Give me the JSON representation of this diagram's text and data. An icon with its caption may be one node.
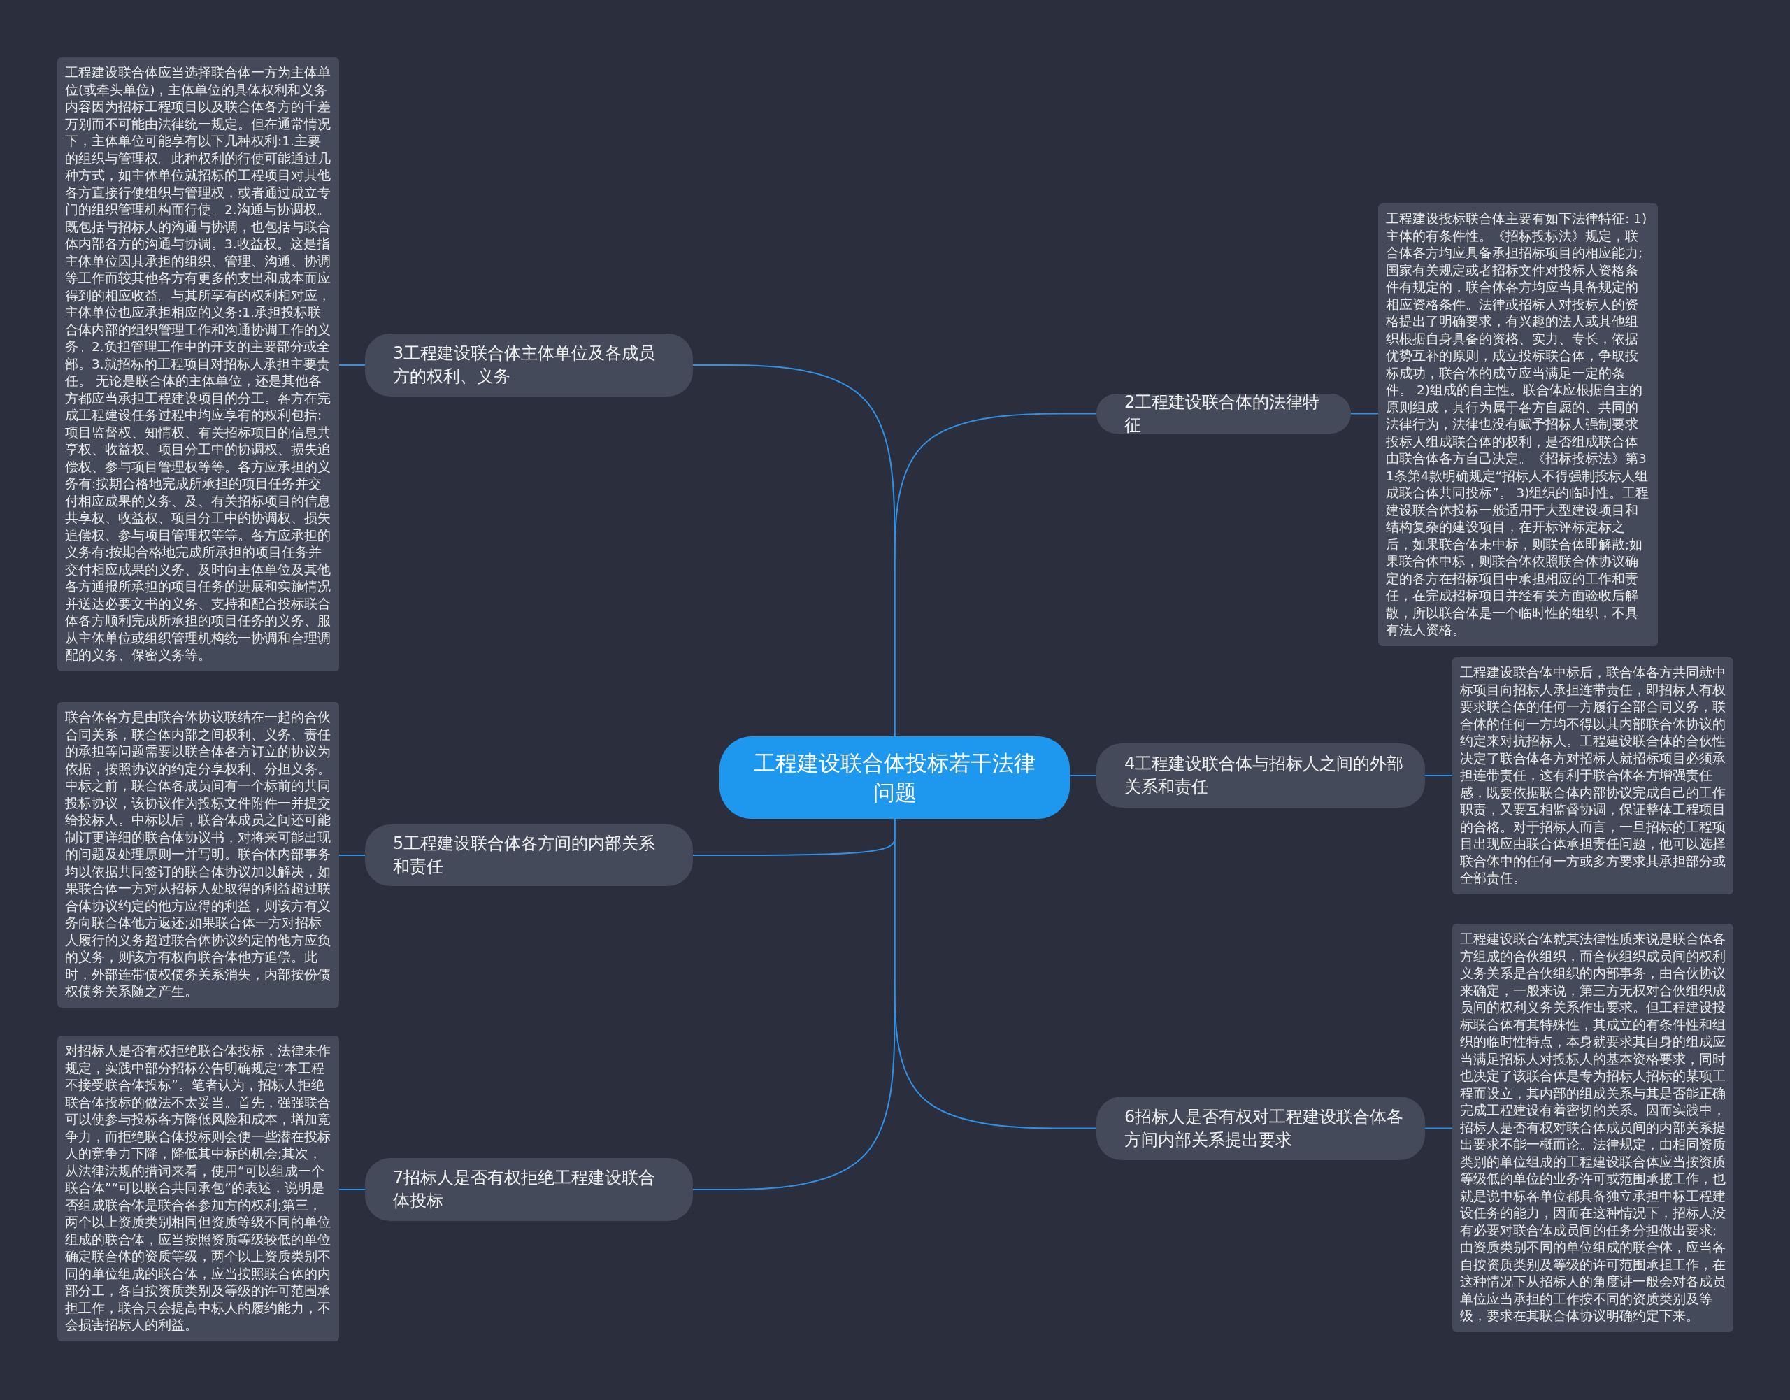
{
  "diagram": {
    "nodes": [
      {
        "text": [
          "工程建设联合体投标若干法律问题"
        ]
      },
      {
        "text": [
          "3工程建设联合体主体单位及各成员方的权利、义务"
        ]
      },
      {
        "text": [
          "工程建设联合体应当选择联合体一方为主体单位(或牵头单位)，主体单位的具体权利和义务内容因为招标工程项目以及联合体各方的千差万别而不可能由法律统一规定。但在通常情况下，主体单位可能享有以下几种权利:1.主要的组织与管理权。此种权利的行使可能通过几种方式，如主体单位就招标的工程项目对其他各方直接行使组织与管理权，或者通过成立专门的组织管理机构而行使。2.沟通与协调权。既包括与招标人的沟通与协调，也包括与联合体内部各方的沟通与协调。3.收益权。这是指主体单位因其承担的组织、管理、沟通、协调等工作而较其他各方有更多的支出和成本而应得到的相应收益。与其所享有的权利相对应，主体单位也应承担相应的义务:1.承担投标联合体内部的组织管理工作和沟通协调工作的义务。2.负担管理工作中的开支的主要部分或全部。3.就招标的工程项目对招标人承担主要责任。 无论是联合体的主体单位，还是其他各方都应当承担工程建设项目的分工。各方在完成工程建设任务过程中均应享有的权利包括:项目监督权、知情权、有关招标项目的信息共享权、收益权、项目分工中的协调权、损失追偿权、参与项目管理权等等。各方应承担的义务有:按期合格地完成所承担的项目任务并交付相应成果的义务、及、有关招标项目的信息共享权、收益权、项目分工中的协调权、损失追偿权、参与项目管理权等等。各方应承担的义务有:按期合格地完成所承担的项目任务并交付相应成果的义务、及时向主体单位及其他各方通报所承担的项目任务的进展和实施情况并送达必要文书的义务、支持和配合投标联合体各方顺利完成所承担的项目任务的义务、服从主体单位或组织管理机构统一协调和合理调配的义务、保密义务等。"
        ]
      },
      {
        "text": [
          "2工程建设联合体的法律特征"
        ]
      },
      {
        "text": [
          "工程建设投标联合体主要有如下法律特征: 1)主体的有条件性。《招标投标法》规定，联合体各方均应具备承担招标项目的相应能力;国家有关规定或者招标文件对投标人资格条件有规定的，联合体各方均应当具备规定的相应资格条件。法律或招标人对投标人的资格提出了明确要求，有兴趣的法人或其他组织根据自身具备的资格、实力、专长，依据优势互补的原则，成立投标联合体，争取投标成功，联合体的成立应当满足一定的条件。 2)组成的自主性。联合体应根据自主的原则组成，其行为属于各方自愿的、共同的法律行为，法律也没有赋予招标人强制要求投标人组成联合体的权利，是否组成联合体由联合体各方自己决定。《招标投标法》第31条第4款明确规定“招标人不得强制投标人组成联合体共同投标”。 3)组织的临时性。工程建设联合体投标一般适用于大型建设项目和结构复杂的建设项目，在开标评标定标之后，如果联合体未中标，则联合体即解散;如果联合体中标，则联合体依照联合体协议确定的各方在招标项目中承担相应的工作和责任，在完成招标项目并经有关方面验收后解散，所以联合体是一个临时性的组织，不具有法人资格。"
        ]
      },
      {
        "text": [
          "4工程建设联合体与招标人之间的外部关系和责任"
        ]
      },
      {
        "text": [
          "工程建设联合体中标后，联合体各方共同就中标项目向招标人承担连带责任，即招标人有权要求联合体的任何一方履行全部合同义务，联合体的任何一方均不得以其内部联合体协议的约定来对抗招标人。工程建设联合体的合伙性决定了联合体各方对招标人就招标项目必须承担连带责任，这有利于联合体各方增强责任感，既要依据联合体内部协议完成自己的工作职责，又要互相监督协调，保证整体工程项目的合格。对于招标人而言，一旦招标的工程项目出现应由联合体承担责任问题，他可以选择联合体中的任何一方或多方要求其承担部分或全部责任。"
        ]
      },
      {
        "text": [
          "5工程建设联合体各方间的内部关系和责任"
        ]
      },
      {
        "text": [
          "联合体各方是由联合体协议联结在一起的合伙合同关系，联合体内部之间权利、义务、责任的承担等问题需要以联合体各方订立的协议为依据，按照协议的约定分享权利、分担义务。中标之前，联合体各成员间有一个标前的共同投标协议，该协议作为投标文件附件一并提交给投标人。中标以后，联合体成员之间还可能制订更详细的联合体协议书，对将来可能出现的问题及处理原则一并写明。联合体内部事务均以依据共同签订的联合体协议加以解决，如果联合体一方对从招标人处取得的利益超过联合体协议约定的他方应得的利益，则该方有义务向联合体他方返还;如果联合体一方对招标人履行的义务超过联合体协议约定的他方应负的义务，则该方有权向联合体他方追偿。此时，外部连带债权债务关系消失，内部按份债权债务关系随之产生。"
        ]
      },
      {
        "text": [
          "6招标人是否有权对工程建设联合体各方间内部关系提出要求"
        ]
      },
      {
        "text": [
          "工程建设联合体就其法律性质来说是联合体各方组成的合伙组织，而合伙组织成员间的权利义务关系是合伙组织的内部事务，由合伙协议来确定，一般来说，第三方无权对合伙组织成员间的权利义务关系作出要求。但工程建设投标联合体有其特殊性，其成立的有条件性和组织的临时性特点，本身就要求其自身的组成应当满足招标人对投标人的基本资格要求，同时也决定了该联合体是专为招标人招标的某项工程而设立，其内部的组成关系与其是否能正确完成工程建设有着密切的关系。因而实践中，招标人是否有权对联合体成员间的内部关系提出要求不能一概而论。法律规定，由相同资质类别的单位组成的工程建设联合体应当按资质等级低的单位的业务许可或范围承揽工作，也就是说中标各单位都具备独立承担中标工程建设任务的能力，因而在这种情况下，招标人没有必要对联合体成员间的任务分担做出要求;由资质类别不同的单位组成的联合体，应当各自按资质类别及等级的许可范围承担工作，在这种情况下从招标人的角度讲一般会对各成员单位应当承担的工作按不同的资质类别及等级，要求在其联合体协议明确约定下来。"
        ]
      },
      {
        "text": [
          "7招标人是否有权拒绝工程建设联合体投标"
        ]
      },
      {
        "text": [
          "对招标人是否有权拒绝联合体投标，法律未作规定，实践中部分招标公告明确规定“本工程不接受联合体投标”。笔者认为，招标人拒绝联合体投标的做法不太妥当。首先，强强联合可以使参与投标各方降低风险和成本，增加竞争力，而拒绝联合体投标则会使一些潜在投标人的竞争力下降，降低其中标的机会;其次，从法律法规的措词来看，使用“可以组成一个联合体”“可以联合共同承包”的表述，说明是否组成联合体是联合各参加方的权利;第三，两个以上资质类别相同但资质等级不同的单位组成的联合体，应当按照资质等级较低的单位确定联合体的资质等级，两个以上资质类别不同的单位组成的联合体，应当按照联合体的内部分工，各自按资质类别及等级的许可范围承担工作，联合只会提高中标人的履约能力，不会损害招标人的利益。"
        ]
      }
    ],
    "edges": [
      {
        "from": 0,
        "to": 1,
        "arrow": "none"
      },
      {
        "from": 1,
        "to": 2,
        "arrow": "none"
      },
      {
        "from": 0,
        "to": 3,
        "arrow": "none"
      },
      {
        "from": 3,
        "to": 4,
        "arrow": "none"
      },
      {
        "from": 0,
        "to": 5,
        "arrow": "none"
      },
      {
        "from": 5,
        "to": 6,
        "arrow": "none"
      },
      {
        "from": 0,
        "to": 7,
        "arrow": "none"
      },
      {
        "from": 7,
        "to": 8,
        "arrow": "none"
      },
      {
        "from": 0,
        "to": 9,
        "arrow": "none"
      },
      {
        "from": 9,
        "to": 10,
        "arrow": "none"
      },
      {
        "from": 0,
        "to": 11,
        "arrow": "none"
      },
      {
        "from": 11,
        "to": 12,
        "arrow": "none"
      }
    ]
  }
}
